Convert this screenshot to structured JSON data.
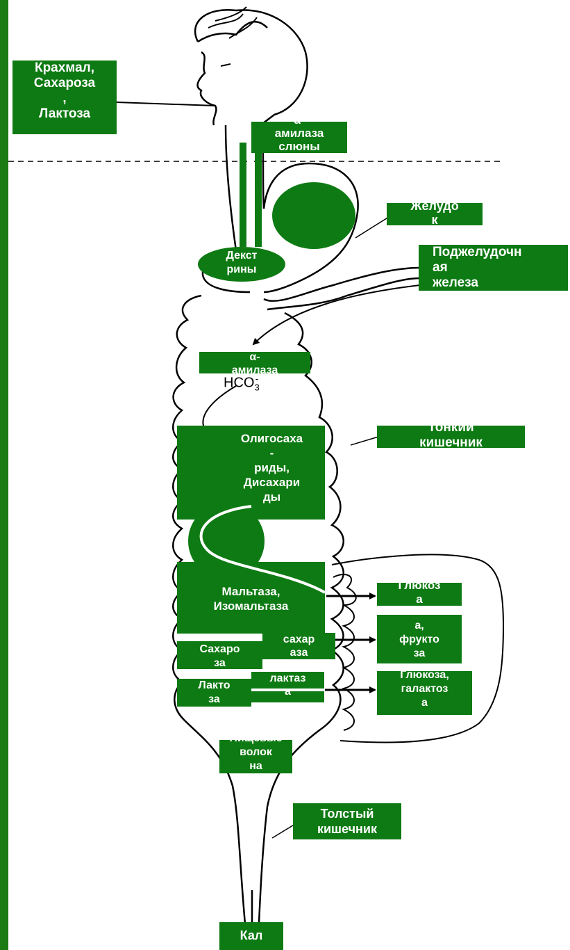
{
  "labels": {
    "intake": "Крахмал,\nСахароза\n,\nЛактоза",
    "salivary_amylase": "α-\nамилаза\nслюны",
    "stomach": "Желудо\nк",
    "pancreas": "Поджелудочн\nая\nжелеза",
    "dextrins": "Декст\nрины",
    "pancreatic_amylase": "α-\nамилаза",
    "bicarbonate": "HCO",
    "bicarbonate_sub": "3",
    "bicarbonate_sup": "-",
    "small_intestine": "Тонкий\nкишечник",
    "oligosaccharides": "Олигосаха\n-\nриды,\nДисахари\nды",
    "maltase": "Мальтаза,\nИзомальтаза",
    "glucose": "Глюкоз\nа",
    "sucrose": "Сахаро\nза",
    "sucrase": "сахар\nаза",
    "glucose_fructose": "Глюкоз\nа,\nфрукто\nза",
    "lactose": "Лакто\nза",
    "lactase": "лактаз\nа",
    "glucose_galactose": "Глюкоза,\nгалактоз\nа",
    "fibers": "Пищевые\nволок\nна",
    "large_intestine": "Толстый\nкишечник",
    "feces": "Кал"
  },
  "colors": {
    "label_bg": "#0e7a13",
    "label_text": "#ffffff",
    "outline": "#000000",
    "left_bar": "#1a7a14"
  }
}
